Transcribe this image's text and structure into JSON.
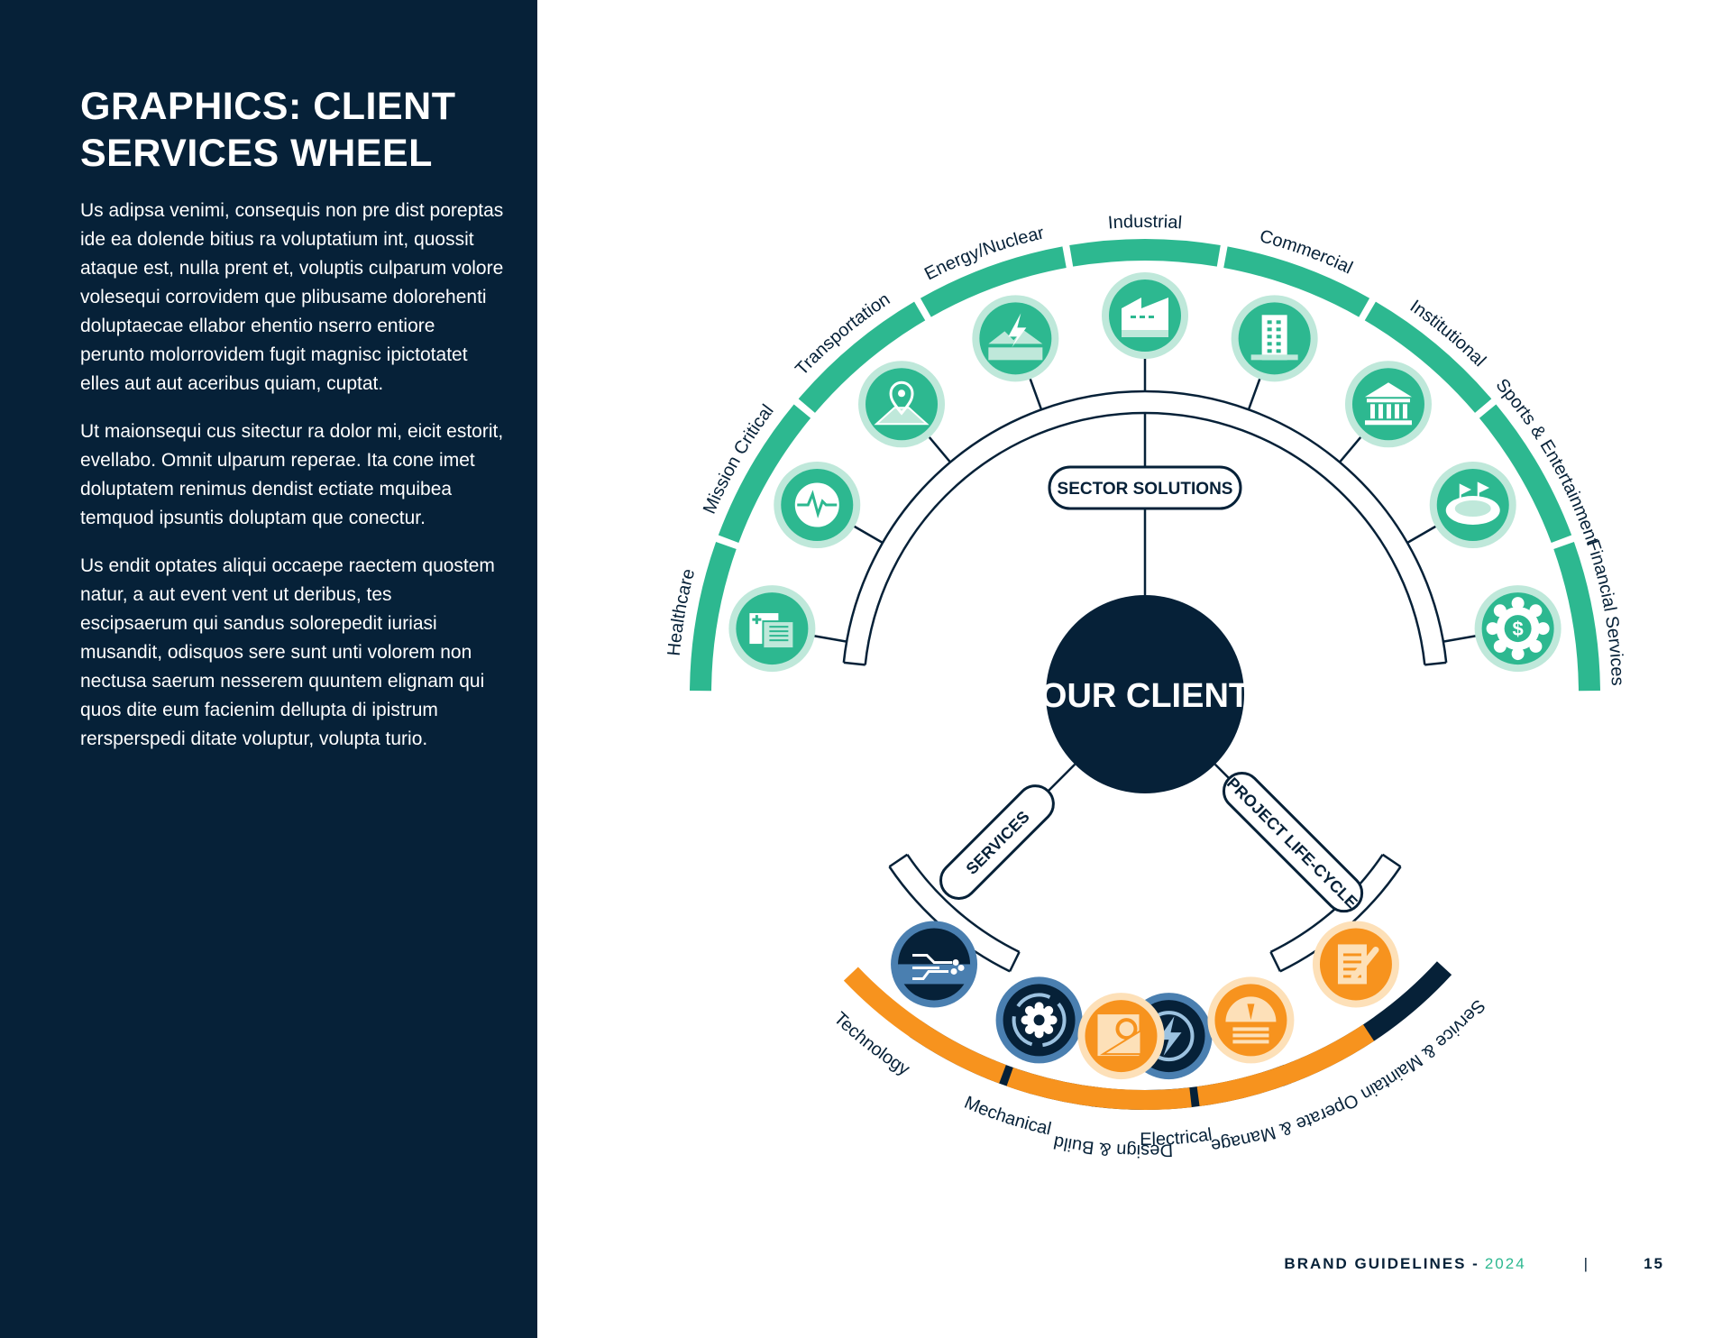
{
  "page": {
    "title": "GRAPHICS: CLIENT SERVICES WHEEL",
    "paragraphs": [
      "Us adipsa venimi, consequis non pre dist poreptas ide ea dolende bitius ra voluptatium int, quossit ataque est, nulla prent et, voluptis culparum volore volesequi corrovidem que plibusame dolorehenti doluptaecae ellabor ehentio nserro entiore perunto molorrovidem fugit magnisc ipictotatet elles aut aut aceribus quiam, cuptat.",
      "Ut maionsequi cus sitectur ra dolor mi, eicit estorit, evellabo. Omnit ulparum reperae. Ita cone imet doluptatem renimus dendist ectiate mquibea temquod ipsuntis doluptam que conectur.",
      "Us endit optates aliqui occaepe raectem quostem natur, a aut event vent ut deribus, tes escipsaerum qui sandus solorepedit iuriasi musandit, odisquos sere sunt unti volorem non nectusa saerum nesserem quuntem elignam qui quos dite eum facienim dellupta di ipistrum rersperspedi ditate voluptur, volupta turio."
    ]
  },
  "footer": {
    "label": "BRAND GUIDELINES -",
    "year": "2024",
    "separator": "|",
    "page_number": "15"
  },
  "colors": {
    "navy": "#062138",
    "green": "#2db890",
    "green_light": "#bfe8da",
    "orange": "#f7931e",
    "orange_light": "#fde0b8",
    "blue": "#4a7fb0",
    "blue_light": "#9cc2e0"
  },
  "wheel": {
    "center_label": "OUR CLIENT",
    "sector": {
      "label": "SECTOR SOLUTIONS",
      "items": [
        {
          "label": "Healthcare",
          "icon": "healthcare-icon"
        },
        {
          "label": "Mission Critical",
          "icon": "heartbeat-monitor-icon"
        },
        {
          "label": "Transportation",
          "icon": "map-pin-road-icon"
        },
        {
          "label": "Energy/Nuclear",
          "icon": "lightning-energy-icon"
        },
        {
          "label": "Industrial",
          "icon": "factory-icon"
        },
        {
          "label": "Commercial",
          "icon": "office-building-icon"
        },
        {
          "label": "Institutional",
          "icon": "institution-building-icon"
        },
        {
          "label": "Sports & Entertainment",
          "icon": "stadium-icon"
        },
        {
          "label": "Financial Services",
          "icon": "dollar-gear-icon"
        }
      ]
    },
    "services": {
      "label": "SERVICES",
      "items": [
        {
          "label": "Technology",
          "icon": "circuit-icon"
        },
        {
          "label": "Mechanical",
          "icon": "gear-cycle-icon"
        },
        {
          "label": "Electrical",
          "icon": "lightning-bolt-icon"
        }
      ]
    },
    "lifecycle": {
      "label": "PROJECT LIFE-CYCLE",
      "items": [
        {
          "label": "Design & Build",
          "icon": "blueprint-icon"
        },
        {
          "label": "Operate & Manage",
          "icon": "gauge-icon"
        },
        {
          "label": "Service & Maintain",
          "icon": "clipboard-wrench-icon"
        }
      ]
    }
  }
}
